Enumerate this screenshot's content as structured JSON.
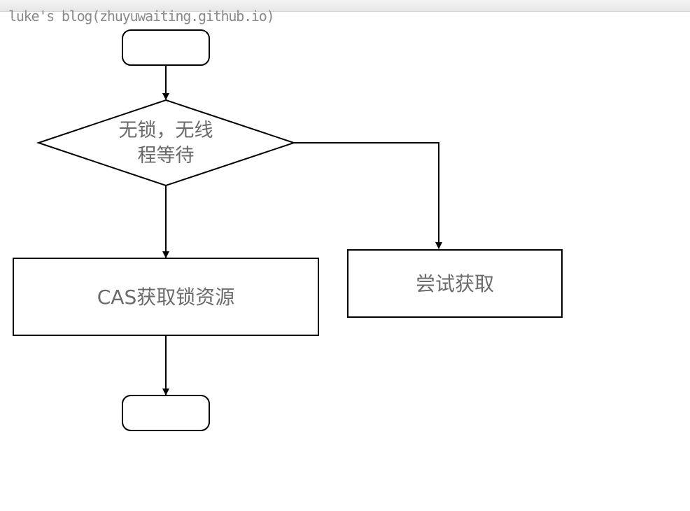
{
  "watermark": "luke's blog(zhuyuwaiting.github.io)",
  "nodes": {
    "start": "",
    "decision_line1": "无锁，无线",
    "decision_line2": "程等待",
    "cas": "CAS获取锁资源",
    "try": "尝试获取",
    "end": ""
  },
  "colors": {
    "stroke": "#000000",
    "text": "#6a6a6a",
    "watermark": "#8a8a8a"
  }
}
